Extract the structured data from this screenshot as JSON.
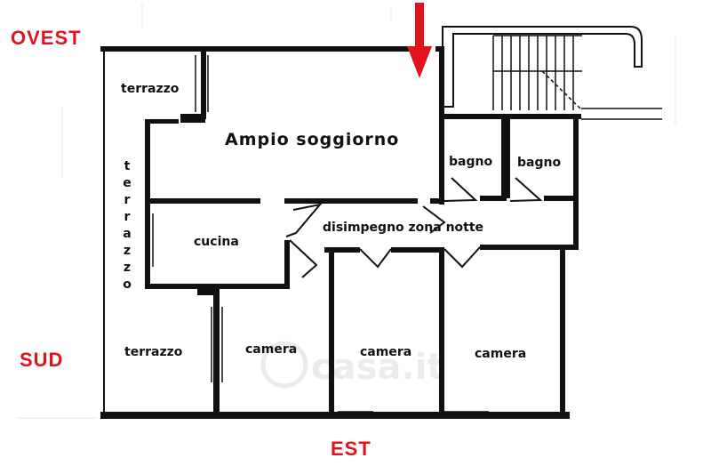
{
  "compass": {
    "west": "OVEST",
    "south": "SUD",
    "east": "EST"
  },
  "rooms": {
    "living": "Ampio soggiorno",
    "terrace_top": "terrazzo",
    "terrace_side_letters": [
      "t",
      "e",
      "r",
      "r",
      "a",
      "z",
      "z",
      "o"
    ],
    "terrace_bottom": "terrazzo",
    "kitchen": "cucina",
    "bath1": "bagno",
    "bath2": "bagno",
    "hallway": "disimpegno zona notte",
    "bedroom1": "camera",
    "bedroom2": "camera",
    "bedroom3": "camera"
  },
  "watermark": "casa.it",
  "colors": {
    "compass": "#e0141b",
    "arrow": "#e0141b",
    "walls": "#111111",
    "background": "#ffffff"
  },
  "icons": {
    "entrance": "entrance-arrow-icon"
  }
}
